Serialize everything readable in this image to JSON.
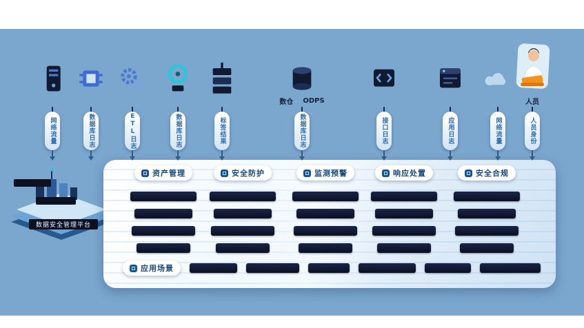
{
  "diagram": {
    "colors": {
      "background": "#7ba6ce",
      "panel_dark": "#0c1124",
      "accent_blue": "#1d5288",
      "accent_orange": "#f08c1e"
    },
    "platform": {
      "label": "数据安全管理平台"
    },
    "sources": [
      {
        "label": "网络流量",
        "icon": "server-tower-icon"
      },
      {
        "label": "数据库日志",
        "icon": "circuit-icon"
      },
      {
        "label": "ETL日志",
        "icon": "gears-icon"
      },
      {
        "label": "数据库日志",
        "icon": "target-icon"
      },
      {
        "label": "标签结果",
        "icon": "server-stack-icon"
      },
      {
        "label": "数据库日志",
        "icon": "database-icon",
        "top_labels": [
          "数仓",
          "ODPS"
        ]
      },
      {
        "label": "接口日志",
        "icon": "api-icon"
      },
      {
        "label": "应用日志",
        "icon": "app-window-icon"
      },
      {
        "label": "网络流量",
        "icon": "cloud-icon"
      },
      {
        "label": "人员身份",
        "icon": "person-icon",
        "caption": "人员"
      }
    ],
    "panel": {
      "columns": [
        {
          "title": "资产管理",
          "item_count": 4
        },
        {
          "title": "安全防护",
          "item_count": 4
        },
        {
          "title": "监测预警",
          "item_count": 4
        },
        {
          "title": "响应处置",
          "item_count": 4
        },
        {
          "title": "安全合规",
          "item_count": 4
        }
      ],
      "scenario": {
        "title": "应用场景",
        "item_count": 6
      }
    }
  }
}
